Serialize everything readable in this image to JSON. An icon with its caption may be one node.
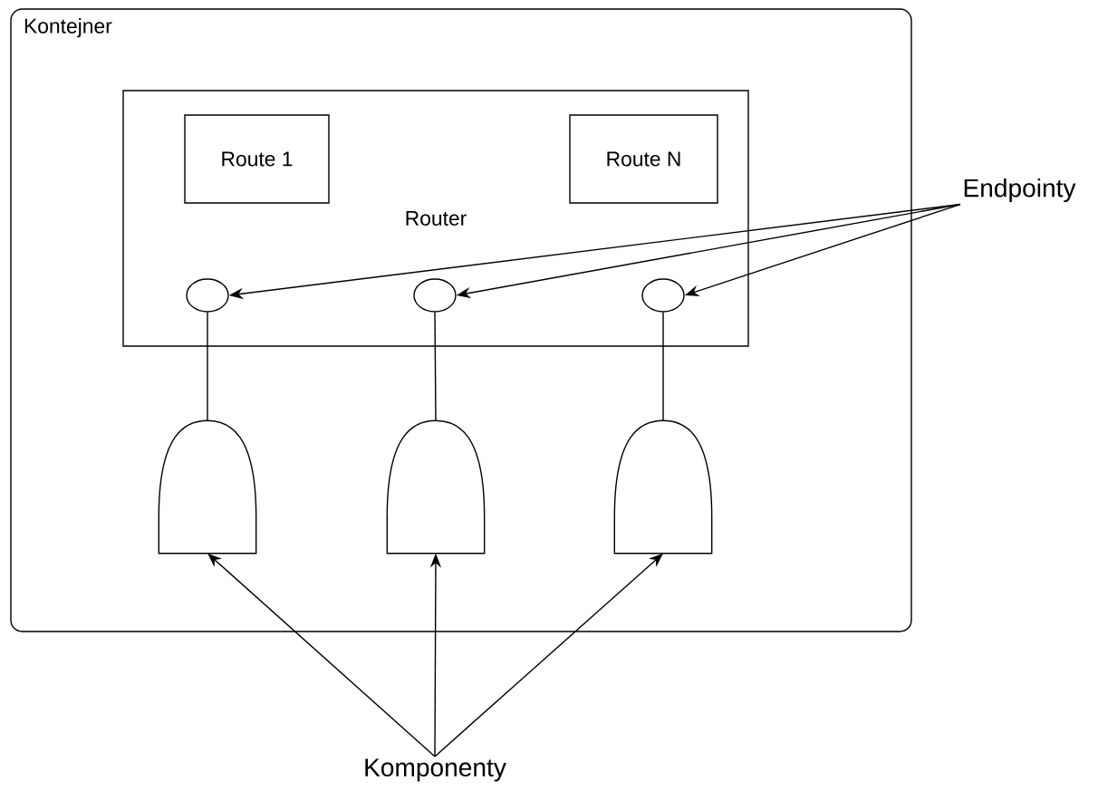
{
  "diagram": {
    "nodes": [
      {
        "text": [
          "Kontejner"
        ]
      },
      {
        "text": [
          "Router"
        ],
        "in": 0
      },
      {
        "text": [
          "Route 1"
        ],
        "in": 1
      },
      {
        "text": [
          "Route N"
        ],
        "in": 1
      },
      {
        "text": [],
        "shape": "circle",
        "in": 1
      },
      {
        "text": [],
        "shape": "circle",
        "in": 1
      },
      {
        "text": [],
        "shape": "circle",
        "in": 1
      },
      {
        "text": [],
        "shape": "arch",
        "in": 0
      },
      {
        "text": [],
        "shape": "arch",
        "in": 0
      },
      {
        "text": [],
        "shape": "arch",
        "in": 0
      },
      {
        "text": [
          "Endpointy"
        ]
      },
      {
        "text": [
          "Komponenty"
        ]
      }
    ],
    "edges": [
      {
        "from": 4,
        "to": 7,
        "arrow": "none"
      },
      {
        "from": 5,
        "to": 8,
        "arrow": "none"
      },
      {
        "from": 6,
        "to": 9,
        "arrow": "none"
      },
      {
        "from": 10,
        "to": 4,
        "arrow": "to"
      },
      {
        "from": 10,
        "to": 5,
        "arrow": "to"
      },
      {
        "from": 10,
        "to": 6,
        "arrow": "to"
      },
      {
        "from": 11,
        "to": 7,
        "arrow": "to"
      },
      {
        "from": 11,
        "to": 8,
        "arrow": "to"
      },
      {
        "from": 11,
        "to": 9,
        "arrow": "to"
      }
    ]
  }
}
